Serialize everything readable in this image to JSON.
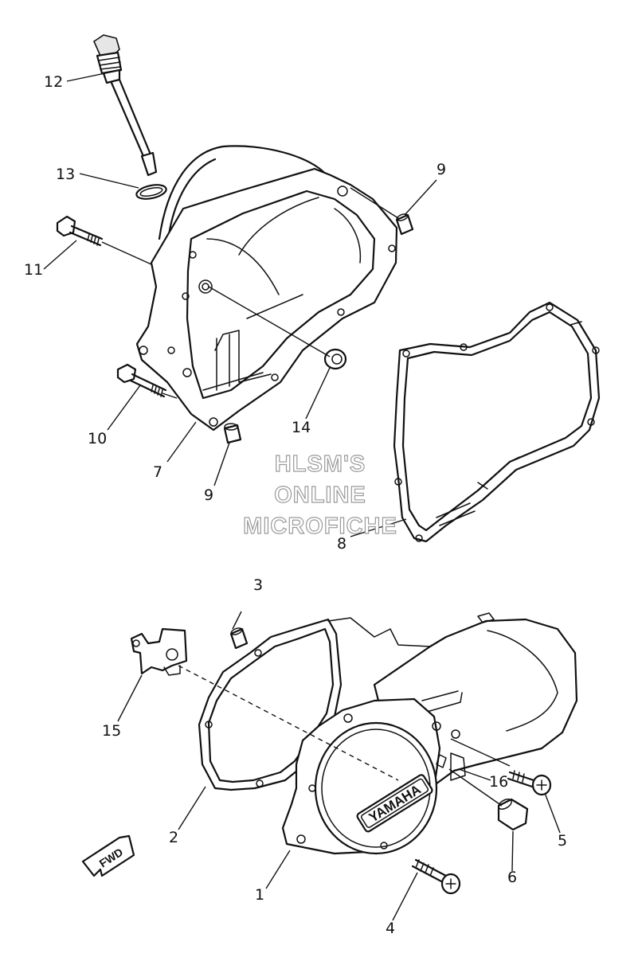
{
  "watermark": {
    "line1": "HLSM'S",
    "line2": "ONLINE",
    "line3": "MICROFICHE"
  },
  "direction_arrow": "FWD",
  "cover_brand": "YAMAHA",
  "callouts": {
    "c1": "1",
    "c2": "2",
    "c3": "3",
    "c4": "4",
    "c5": "5",
    "c6": "6",
    "c7": "7",
    "c8": "8",
    "c9a": "9",
    "c9b": "9",
    "c10": "10",
    "c11": "11",
    "c12": "12",
    "c13": "13",
    "c14": "14",
    "c15": "15",
    "c16": "16"
  },
  "colors": {
    "line": "#111111",
    "watermark_outline": "#9a9a9a",
    "background": "#ffffff"
  }
}
